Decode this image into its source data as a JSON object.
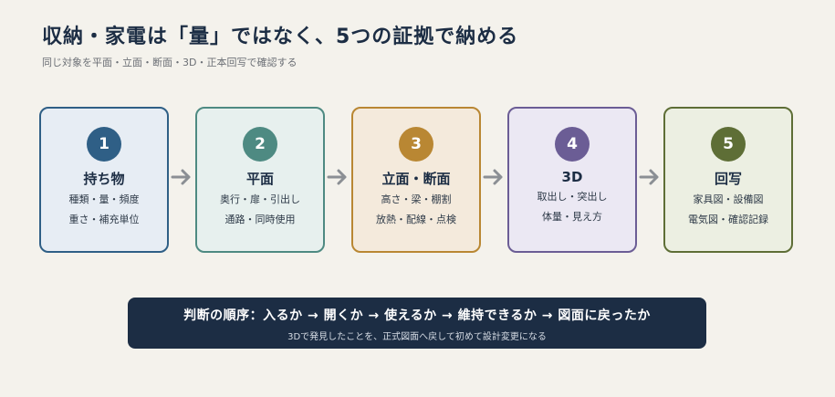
{
  "title": "収納・家電は「量」ではなく、5つの証拠で納める",
  "subtitle": "同じ対象を平面・立面・断面・3D・正本回写で確認する",
  "steps": [
    {
      "number": "1",
      "title": "持ち物",
      "line1": "種類・量・頻度",
      "line2": "重さ・補充単位",
      "accent": "#2f5f86",
      "bg": "#e7edf4"
    },
    {
      "number": "2",
      "title": "平面",
      "line1": "奥行・扉・引出し",
      "line2": "通路・同時使用",
      "accent": "#4e8a82",
      "bg": "#e7f0ee"
    },
    {
      "number": "3",
      "title": "立面・断面",
      "line1": "高さ・梁・棚割",
      "line2": "放熱・配線・点検",
      "accent": "#b98733",
      "bg": "#f4eadc"
    },
    {
      "number": "4",
      "title": "3D",
      "line1": "取出し・突出し",
      "line2": "体量・見え方",
      "accent": "#6b5d95",
      "bg": "#ebe8f3"
    },
    {
      "number": "5",
      "title": "回写",
      "line1": "家具図・設備図",
      "line2": "電気図・確認記録",
      "accent": "#5e6e36",
      "bg": "#ecefe2"
    }
  ],
  "banner": {
    "main": "判断の順序：入るか → 開くか → 使えるか → 維持できるか → 図面に戻ったか",
    "sub": "3Dで発見したことを、正式図面へ戻して初めて設計変更になる"
  }
}
